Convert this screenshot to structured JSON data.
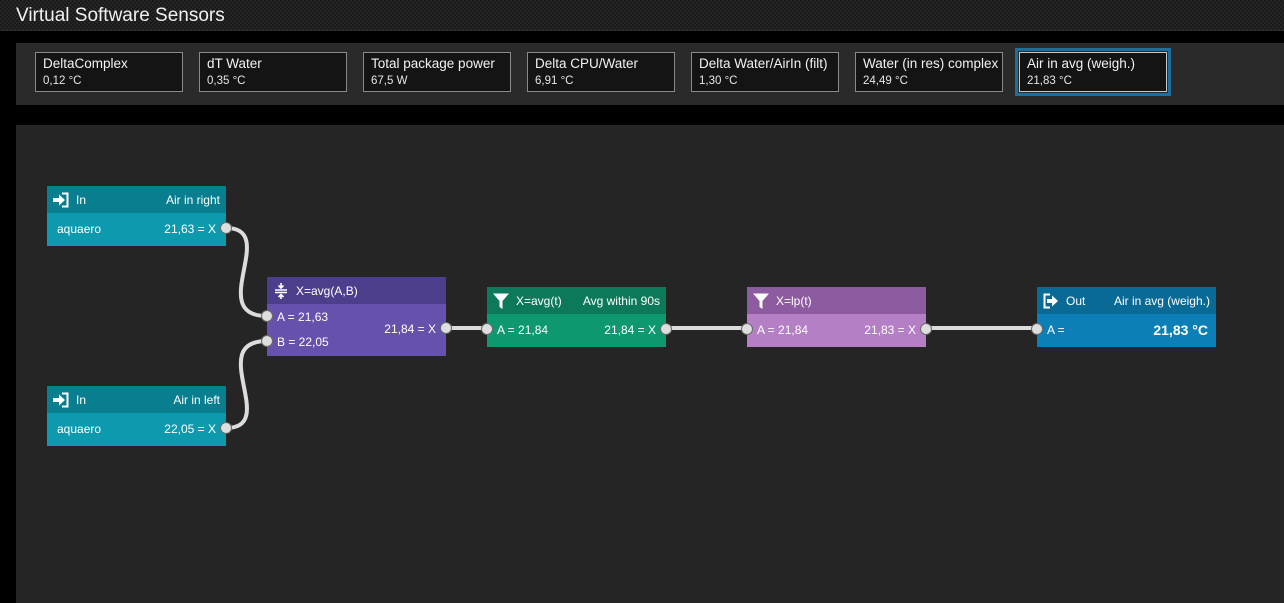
{
  "window": {
    "title": "Virtual Software Sensors"
  },
  "sensors": [
    {
      "name": "DeltaComplex",
      "value": "0,12 °C"
    },
    {
      "name": "dT Water",
      "value": "0,35 °C"
    },
    {
      "name": "Total package power",
      "value": "67,5 W"
    },
    {
      "name": "Delta CPU/Water",
      "value": "6,91 °C"
    },
    {
      "name": "Delta Water/AirIn (filt)",
      "value": "1,30 °C"
    },
    {
      "name": "Water (in res) complex",
      "value": "24,49 °C"
    },
    {
      "name": "Air in avg (weigh.)",
      "value": "21,83 °C",
      "selected": true
    }
  ],
  "nodes": {
    "in_right": {
      "type": "In",
      "name": "Air in right",
      "source": "aquaero",
      "output": "21,63 = X",
      "icon": "sign-in-icon"
    },
    "in_left": {
      "type": "In",
      "name": "Air in left",
      "source": "aquaero",
      "output": "22,05 = X",
      "icon": "sign-in-icon"
    },
    "average": {
      "type": "X=avg(A,B)",
      "input_a": "A = 21,63",
      "input_b": "B = 22,05",
      "output": "21,84 = X",
      "icon": "average-icon"
    },
    "avg_filter": {
      "type": "X=avg(t)",
      "name": "Avg within 90s",
      "input_a": "A = 21,84",
      "output": "21,84 = X",
      "icon": "filter-icon"
    },
    "lp_filter": {
      "type": "X=lp(t)",
      "input_a": "A = 21,84",
      "output": "21,83 = X",
      "icon": "filter-icon"
    },
    "out": {
      "type": "Out",
      "name": "Air in avg (weigh.)",
      "input_a": "A =",
      "value": "21,83 °C",
      "icon": "sign-out-icon"
    }
  },
  "colors": {
    "in_node": "#0e9aae",
    "avg_node": "#6652ad",
    "avg_filter_node": "#0e9870",
    "lp_filter_node": "#b47fc4",
    "out_node": "#0c7fb7",
    "selection": "#1d6f9f",
    "wire": "#dcdcdc"
  }
}
